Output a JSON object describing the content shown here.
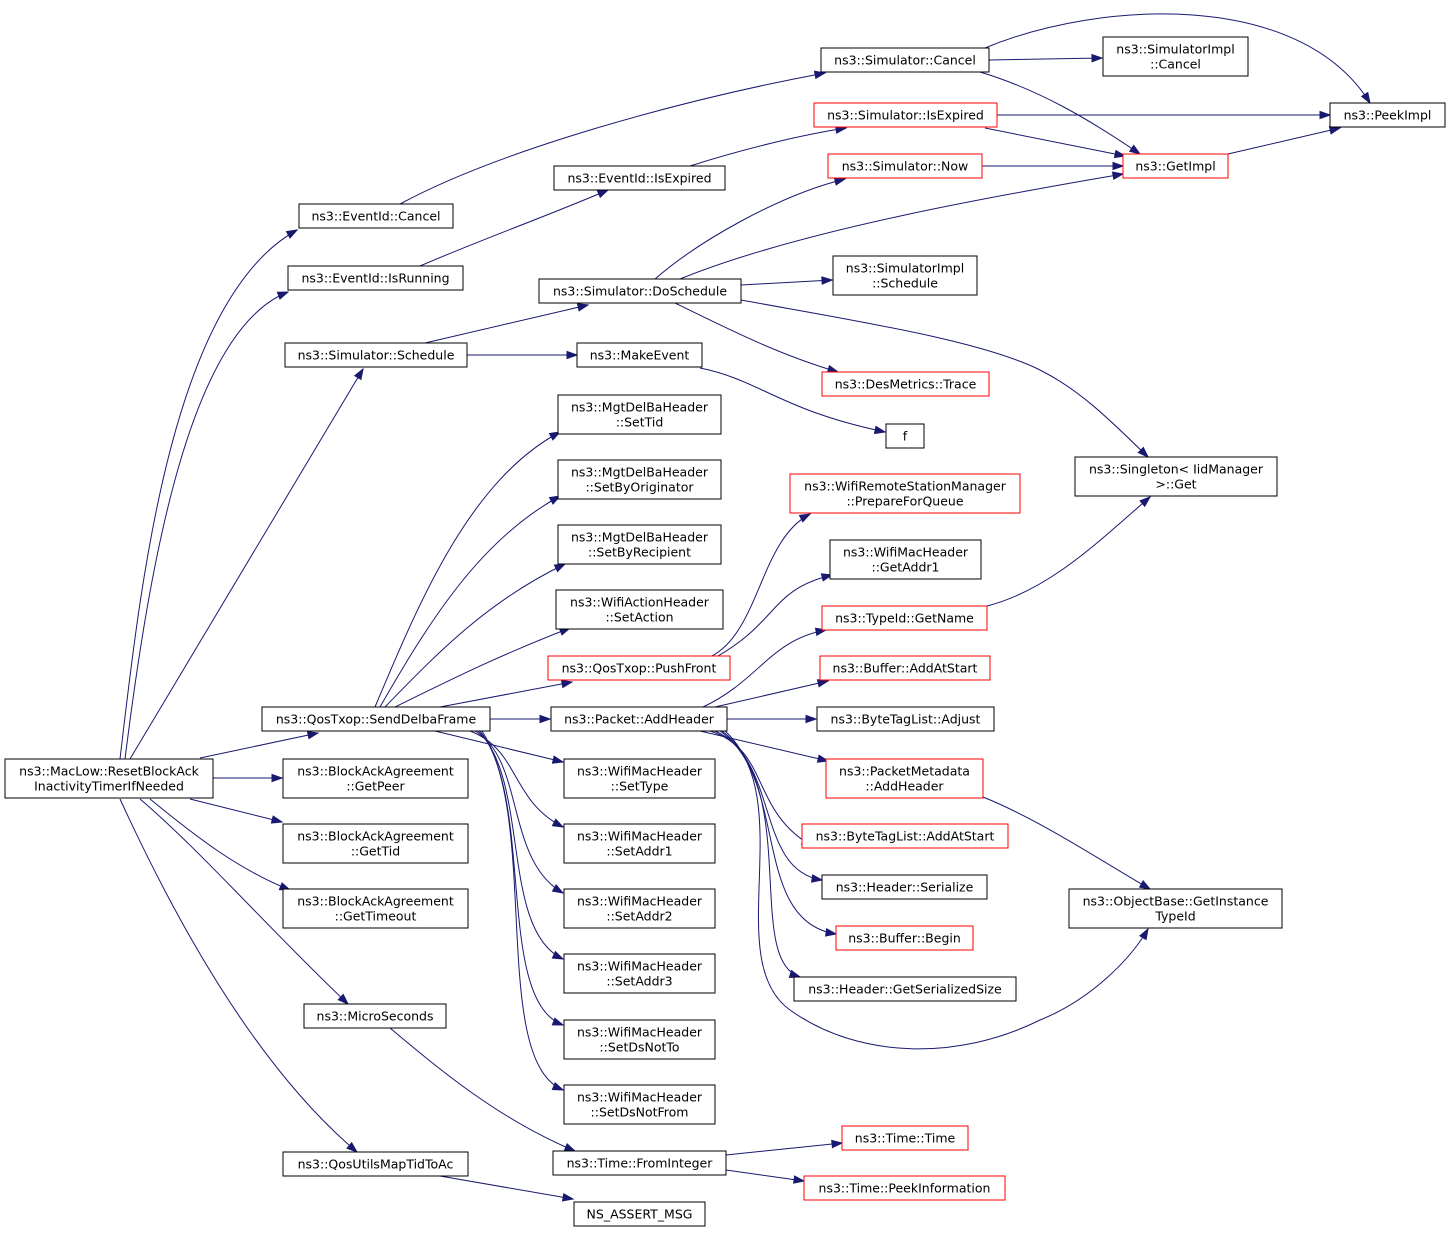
{
  "colors": {
    "edge": "#191970",
    "node_border": "#000000",
    "node_border_incomplete": "#ff0000",
    "root_fill": "#bfbfbf",
    "node_fill": "#ffffff"
  },
  "nodes": [
    {
      "id": "root",
      "lines": [
        "ns3::MacLow::ResetBlockAck",
        "InactivityTimerIfNeeded"
      ],
      "border": "black",
      "root": true
    },
    {
      "id": "eventid_cancel",
      "lines": [
        "ns3::EventId::Cancel"
      ],
      "border": "black"
    },
    {
      "id": "eventid_isrunning",
      "lines": [
        "ns3::EventId::IsRunning"
      ],
      "border": "black"
    },
    {
      "id": "sim_schedule",
      "lines": [
        "ns3::Simulator::Schedule"
      ],
      "border": "black"
    },
    {
      "id": "qostxop_senddelba",
      "lines": [
        "ns3::QosTxop::SendDelbaFrame"
      ],
      "border": "black"
    },
    {
      "id": "baa_getpeer",
      "lines": [
        "ns3::BlockAckAgreement",
        "::GetPeer"
      ],
      "border": "black"
    },
    {
      "id": "baa_gettid",
      "lines": [
        "ns3::BlockAckAgreement",
        "::GetTid"
      ],
      "border": "black"
    },
    {
      "id": "baa_gettimeout",
      "lines": [
        "ns3::BlockAckAgreement",
        "::GetTimeout"
      ],
      "border": "black"
    },
    {
      "id": "microseconds",
      "lines": [
        "ns3::MicroSeconds"
      ],
      "border": "black"
    },
    {
      "id": "qosutils_map",
      "lines": [
        "ns3::QosUtilsMapTidToAc"
      ],
      "border": "black"
    },
    {
      "id": "sim_cancel",
      "lines": [
        "ns3::Simulator::Cancel"
      ],
      "border": "black"
    },
    {
      "id": "sim_isexpired",
      "lines": [
        "ns3::Simulator::IsExpired"
      ],
      "border": "red"
    },
    {
      "id": "eventid_isexpired",
      "lines": [
        "ns3::EventId::IsExpired"
      ],
      "border": "black"
    },
    {
      "id": "sim_now",
      "lines": [
        "ns3::Simulator::Now"
      ],
      "border": "red"
    },
    {
      "id": "sim_doschedule",
      "lines": [
        "ns3::Simulator::DoSchedule"
      ],
      "border": "black"
    },
    {
      "id": "makeevent",
      "lines": [
        "ns3::MakeEvent"
      ],
      "border": "black"
    },
    {
      "id": "desmetrics_trace",
      "lines": [
        "ns3::DesMetrics::Trace"
      ],
      "border": "red"
    },
    {
      "id": "f",
      "lines": [
        "f"
      ],
      "border": "black"
    },
    {
      "id": "delba_settid",
      "lines": [
        "ns3::MgtDelBaHeader",
        "::SetTid"
      ],
      "border": "black"
    },
    {
      "id": "delba_setbyorig",
      "lines": [
        "ns3::MgtDelBaHeader",
        "::SetByOriginator"
      ],
      "border": "black"
    },
    {
      "id": "delba_setbyrecip",
      "lines": [
        "ns3::MgtDelBaHeader",
        "::SetByRecipient"
      ],
      "border": "black"
    },
    {
      "id": "wifiaction_setaction",
      "lines": [
        "ns3::WifiActionHeader",
        "::SetAction"
      ],
      "border": "black"
    },
    {
      "id": "qostxop_pushfront",
      "lines": [
        "ns3::QosTxop::PushFront"
      ],
      "border": "red"
    },
    {
      "id": "packet_addheader",
      "lines": [
        "ns3::Packet::AddHeader"
      ],
      "border": "black"
    },
    {
      "id": "wifimac_settype",
      "lines": [
        "ns3::WifiMacHeader",
        "::SetType"
      ],
      "border": "black"
    },
    {
      "id": "wifimac_setaddr1",
      "lines": [
        "ns3::WifiMacHeader",
        "::SetAddr1"
      ],
      "border": "black"
    },
    {
      "id": "wifimac_setaddr2",
      "lines": [
        "ns3::WifiMacHeader",
        "::SetAddr2"
      ],
      "border": "black"
    },
    {
      "id": "wifimac_setaddr3",
      "lines": [
        "ns3::WifiMacHeader",
        "::SetAddr3"
      ],
      "border": "black"
    },
    {
      "id": "wifimac_setdsnotto",
      "lines": [
        "ns3::WifiMacHeader",
        "::SetDsNotTo"
      ],
      "border": "black"
    },
    {
      "id": "wifimac_setdsnotfrom",
      "lines": [
        "ns3::WifiMacHeader",
        "::SetDsNotFrom"
      ],
      "border": "black"
    },
    {
      "id": "time_frominteger",
      "lines": [
        "ns3::Time::FromInteger"
      ],
      "border": "black"
    },
    {
      "id": "ns_assert_msg",
      "lines": [
        "NS_ASSERT_MSG"
      ],
      "border": "black"
    },
    {
      "id": "simimpl_cancel",
      "lines": [
        "ns3::SimulatorImpl",
        "::Cancel"
      ],
      "border": "black"
    },
    {
      "id": "peekimpl",
      "lines": [
        "ns3::PeekImpl"
      ],
      "border": "black"
    },
    {
      "id": "getimpl",
      "lines": [
        "ns3::GetImpl"
      ],
      "border": "red"
    },
    {
      "id": "simimpl_schedule",
      "lines": [
        "ns3::SimulatorImpl",
        "::Schedule"
      ],
      "border": "black"
    },
    {
      "id": "singleton_get",
      "lines": [
        "ns3::Singleton< IidManager",
        " >::Get"
      ],
      "border": "black"
    },
    {
      "id": "wrsm_prepare",
      "lines": [
        "ns3::WifiRemoteStationManager",
        "::PrepareForQueue"
      ],
      "border": "red"
    },
    {
      "id": "wifimac_getaddr1",
      "lines": [
        "ns3::WifiMacHeader",
        "::GetAddr1"
      ],
      "border": "black"
    },
    {
      "id": "typeid_getname",
      "lines": [
        "ns3::TypeId::GetName"
      ],
      "border": "red"
    },
    {
      "id": "buffer_addatstart",
      "lines": [
        "ns3::Buffer::AddAtStart"
      ],
      "border": "red"
    },
    {
      "id": "bytetaglist_adjust",
      "lines": [
        "ns3::ByteTagList::Adjust"
      ],
      "border": "black"
    },
    {
      "id": "pktmeta_addheader",
      "lines": [
        "ns3::PacketMetadata",
        "::AddHeader"
      ],
      "border": "red"
    },
    {
      "id": "bytetaglist_addatstart",
      "lines": [
        "ns3::ByteTagList::AddAtStart"
      ],
      "border": "red"
    },
    {
      "id": "header_serialize",
      "lines": [
        "ns3::Header::Serialize"
      ],
      "border": "black"
    },
    {
      "id": "buffer_begin",
      "lines": [
        "ns3::Buffer::Begin"
      ],
      "border": "red"
    },
    {
      "id": "header_getsersize",
      "lines": [
        "ns3::Header::GetSerializedSize"
      ],
      "border": "black"
    },
    {
      "id": "objectbase_getinst",
      "lines": [
        "ns3::ObjectBase::GetInstance",
        "TypeId"
      ],
      "border": "black"
    },
    {
      "id": "time_time",
      "lines": [
        "ns3::Time::Time"
      ],
      "border": "red"
    },
    {
      "id": "time_peekinfo",
      "lines": [
        "ns3::Time::PeekInformation"
      ],
      "border": "red"
    }
  ],
  "edges": [
    [
      "root",
      "eventid_cancel"
    ],
    [
      "root",
      "eventid_isrunning"
    ],
    [
      "root",
      "sim_schedule"
    ],
    [
      "root",
      "qostxop_senddelba"
    ],
    [
      "root",
      "baa_getpeer"
    ],
    [
      "root",
      "baa_gettid"
    ],
    [
      "root",
      "baa_gettimeout"
    ],
    [
      "root",
      "microseconds"
    ],
    [
      "root",
      "qosutils_map"
    ],
    [
      "eventid_cancel",
      "sim_cancel"
    ],
    [
      "eventid_isrunning",
      "eventid_isexpired"
    ],
    [
      "sim_schedule",
      "sim_doschedule"
    ],
    [
      "sim_schedule",
      "makeevent"
    ],
    [
      "eventid_isexpired",
      "sim_isexpired"
    ],
    [
      "sim_cancel",
      "simimpl_cancel"
    ],
    [
      "sim_cancel",
      "peekimpl"
    ],
    [
      "sim_cancel",
      "getimpl"
    ],
    [
      "sim_isexpired",
      "peekimpl"
    ],
    [
      "sim_isexpired",
      "getimpl"
    ],
    [
      "sim_now",
      "getimpl"
    ],
    [
      "getimpl",
      "peekimpl"
    ],
    [
      "sim_doschedule",
      "sim_now"
    ],
    [
      "sim_doschedule",
      "getimpl"
    ],
    [
      "sim_doschedule",
      "simimpl_schedule"
    ],
    [
      "sim_doschedule",
      "desmetrics_trace"
    ],
    [
      "sim_doschedule",
      "singleton_get"
    ],
    [
      "makeevent",
      "f"
    ],
    [
      "qostxop_senddelba",
      "delba_settid"
    ],
    [
      "qostxop_senddelba",
      "delba_setbyorig"
    ],
    [
      "qostxop_senddelba",
      "delba_setbyrecip"
    ],
    [
      "qostxop_senddelba",
      "wifiaction_setaction"
    ],
    [
      "qostxop_senddelba",
      "qostxop_pushfront"
    ],
    [
      "qostxop_senddelba",
      "packet_addheader"
    ],
    [
      "qostxop_senddelba",
      "wifimac_settype"
    ],
    [
      "qostxop_senddelba",
      "wifimac_setaddr1"
    ],
    [
      "qostxop_senddelba",
      "wifimac_setaddr2"
    ],
    [
      "qostxop_senddelba",
      "wifimac_setaddr3"
    ],
    [
      "qostxop_senddelba",
      "wifimac_setdsnotto"
    ],
    [
      "qostxop_senddelba",
      "wifimac_setdsnotfrom"
    ],
    [
      "qostxop_pushfront",
      "wrsm_prepare"
    ],
    [
      "qostxop_pushfront",
      "wifimac_getaddr1"
    ],
    [
      "packet_addheader",
      "typeid_getname"
    ],
    [
      "packet_addheader",
      "buffer_addatstart"
    ],
    [
      "packet_addheader",
      "bytetaglist_adjust"
    ],
    [
      "packet_addheader",
      "pktmeta_addheader"
    ],
    [
      "packet_addheader",
      "bytetaglist_addatstart"
    ],
    [
      "packet_addheader",
      "header_serialize"
    ],
    [
      "packet_addheader",
      "buffer_begin"
    ],
    [
      "packet_addheader",
      "header_getsersize"
    ],
    [
      "packet_addheader",
      "objectbase_getinst"
    ],
    [
      "typeid_getname",
      "singleton_get"
    ],
    [
      "pktmeta_addheader",
      "objectbase_getinst"
    ],
    [
      "microseconds",
      "time_frominteger"
    ],
    [
      "time_frominteger",
      "time_time"
    ],
    [
      "time_frominteger",
      "time_peekinfo"
    ],
    [
      "qosutils_map",
      "ns_assert_msg"
    ]
  ]
}
